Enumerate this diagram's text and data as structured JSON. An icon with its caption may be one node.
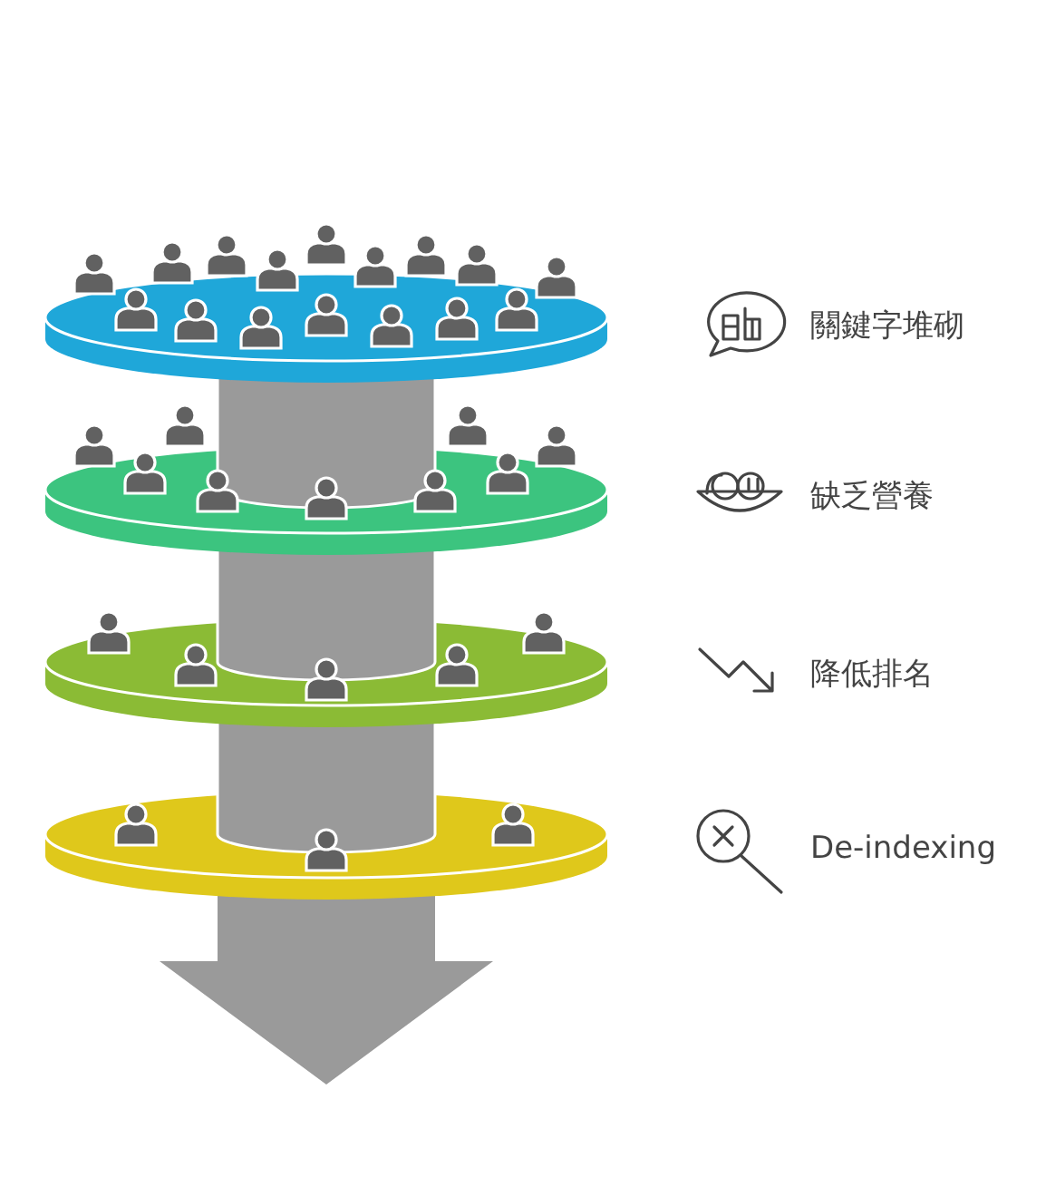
{
  "diagram": {
    "labels": [
      "關鍵字堆砌",
      "缺乏營養",
      "降低排名",
      "De-indexing"
    ]
  }
}
